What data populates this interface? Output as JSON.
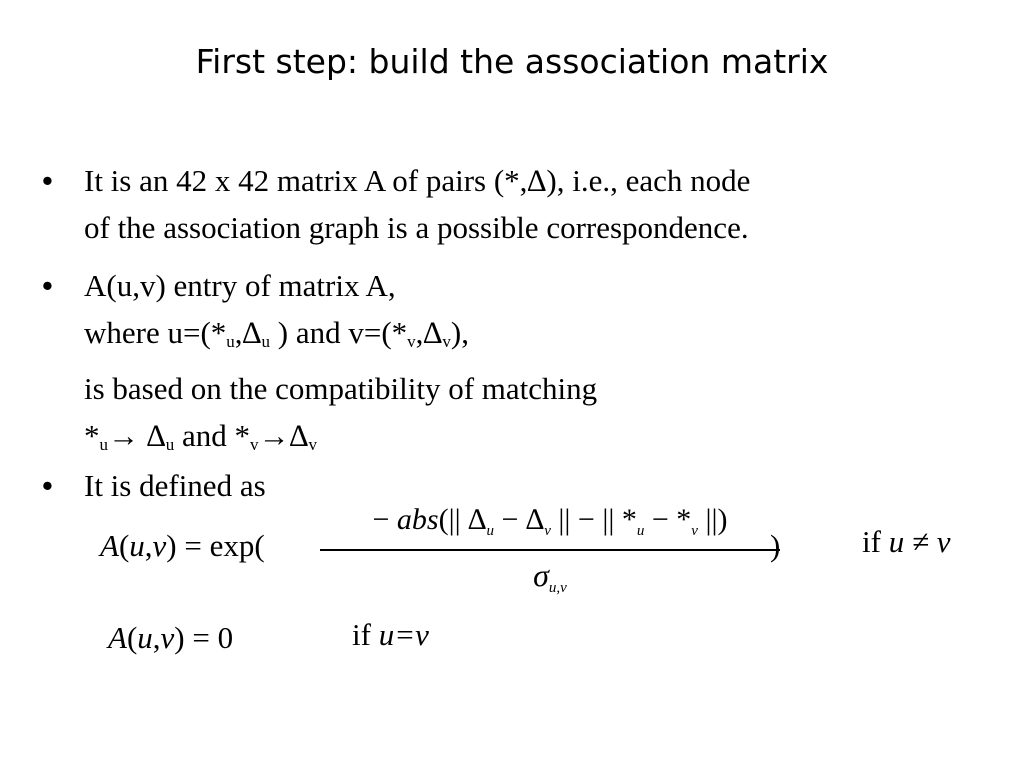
{
  "title": "First step: build the association matrix",
  "bullet_char": "•",
  "bullets": [
    {
      "lines": [
        "It is an 42 x 42 matrix A of pairs (*,∆), i.e., each node",
        "of the association graph is a possible correspondence."
      ]
    },
    {
      "l1": "A(u,v) entry of matrix A,",
      "l2a": "where u=(*",
      "l2b": "u",
      "l2c": ",∆",
      "l2d": "u",
      "l2e": " ) and v=(*",
      "l2f": "v",
      "l2g": ",∆",
      "l2h": "v",
      "l2i": "),",
      "l3": "is based on the compatibility of matching",
      "l4a": "*",
      "l4b": "u",
      "l4c": "→ ∆",
      "l4d": "u",
      "l4e": " and *",
      "l4f": "v",
      "l4g": "→∆",
      "l4h": "v"
    },
    {
      "lines": [
        "It is defined as"
      ]
    }
  ],
  "formula1": {
    "lhs_A": "A",
    "lhs_args": "(",
    "lhs_u": "u",
    "lhs_comma": ",",
    "lhs_v": "v",
    "lhs_close": ") = exp(",
    "num_minus": "− ",
    "num_abs": "abs",
    "num_open": "(|| ∆",
    "num_sub_u": "u",
    "num_mid": " − ∆",
    "num_sub_v": "v",
    "num_mid2": " || − || *",
    "num_sub_u2": "u",
    "num_mid3": " − *",
    "num_sub_v2": "v",
    "num_close": " ||)",
    "den_sigma": "σ",
    "den_sub": "u,v",
    "rparen": ")",
    "cond_if": "if ",
    "cond_expr": "u ≠ v"
  },
  "formula2": {
    "lhs_A": "A",
    "lhs_open": "(",
    "lhs_u": "u",
    "lhs_comma": ",",
    "lhs_v": "v",
    "lhs_close": ") = 0",
    "cond_if": "if ",
    "cond_expr": "u=v"
  }
}
